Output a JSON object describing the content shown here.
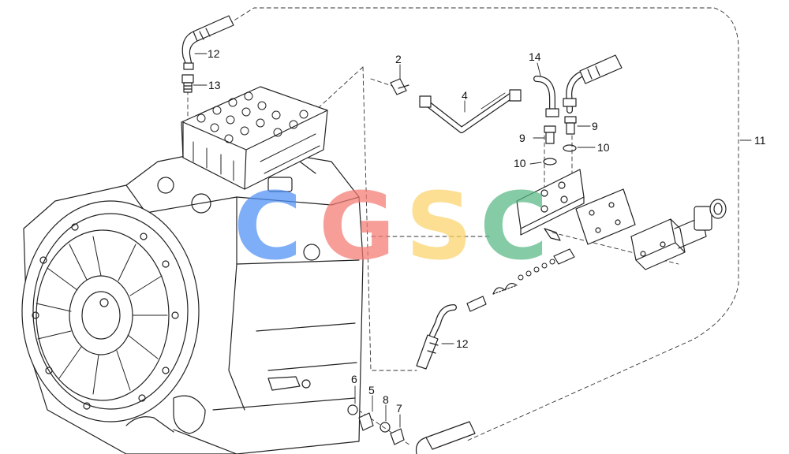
{
  "callouts": [
    {
      "id": "c12a",
      "label": "12"
    },
    {
      "id": "c13",
      "label": "13"
    },
    {
      "id": "c2",
      "label": "2"
    },
    {
      "id": "c4",
      "label": "4"
    },
    {
      "id": "c14",
      "label": "14"
    },
    {
      "id": "c9a",
      "label": "9"
    },
    {
      "id": "c9b",
      "label": "9"
    },
    {
      "id": "c10a",
      "label": "10"
    },
    {
      "id": "c10b",
      "label": "10"
    },
    {
      "id": "c11",
      "label": "11"
    },
    {
      "id": "c12b",
      "label": "12"
    },
    {
      "id": "c6",
      "label": "6"
    },
    {
      "id": "c5",
      "label": "5"
    },
    {
      "id": "c8",
      "label": "8"
    },
    {
      "id": "c7",
      "label": "7"
    }
  ],
  "watermark": {
    "letters": [
      "C",
      "G",
      "S",
      "C"
    ],
    "colors": [
      "#4f8ff7",
      "#f47a72",
      "#fbd36a",
      "#57b884"
    ]
  }
}
